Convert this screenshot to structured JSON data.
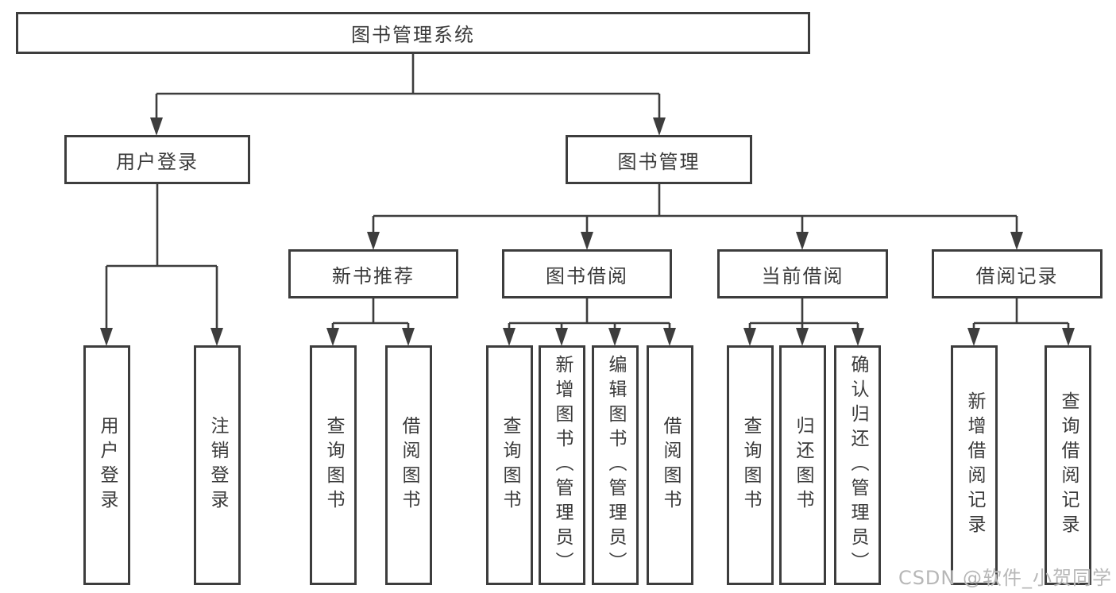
{
  "root": {
    "label": "图书管理系统"
  },
  "nodes": {
    "user_login": {
      "label": "用户登录",
      "leaves": [
        "用户登录",
        "注销登录"
      ]
    },
    "book_management": {
      "label": "图书管理"
    },
    "new_book": {
      "label": "新书推荐",
      "leaves": [
        "查询图书",
        "借阅图书"
      ]
    },
    "book_borrow": {
      "label": "图书借阅",
      "leaves": [
        "查询图书",
        "新增图书（管理员）",
        "编辑图书（管理员）",
        "借阅图书"
      ]
    },
    "current_borrow": {
      "label": "当前借阅",
      "leaves": [
        "查询图书",
        "归还图书",
        "确认归还（管理员）"
      ]
    },
    "borrow_record": {
      "label": "借阅记录",
      "leaves": [
        "新增借阅记录",
        "查询借阅记录"
      ]
    }
  },
  "watermark": "CSDN @软件_小贺同学",
  "colors": {
    "line": "#3d3d3d",
    "text": "#3a3a3a",
    "box_background": "#ffffff",
    "watermark": "#b7b7b7",
    "background": "#ffffff"
  }
}
